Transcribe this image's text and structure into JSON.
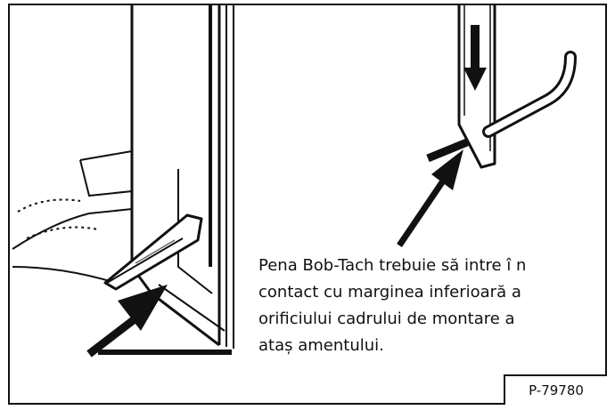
{
  "caption": {
    "lines": [
      "Pena Bob-Tach trebuie să intre î n",
      "contact cu marginea inferioară a",
      "orificiului cadrului de montare a",
      "ataș amentului."
    ]
  },
  "figure_code": "P-79780"
}
